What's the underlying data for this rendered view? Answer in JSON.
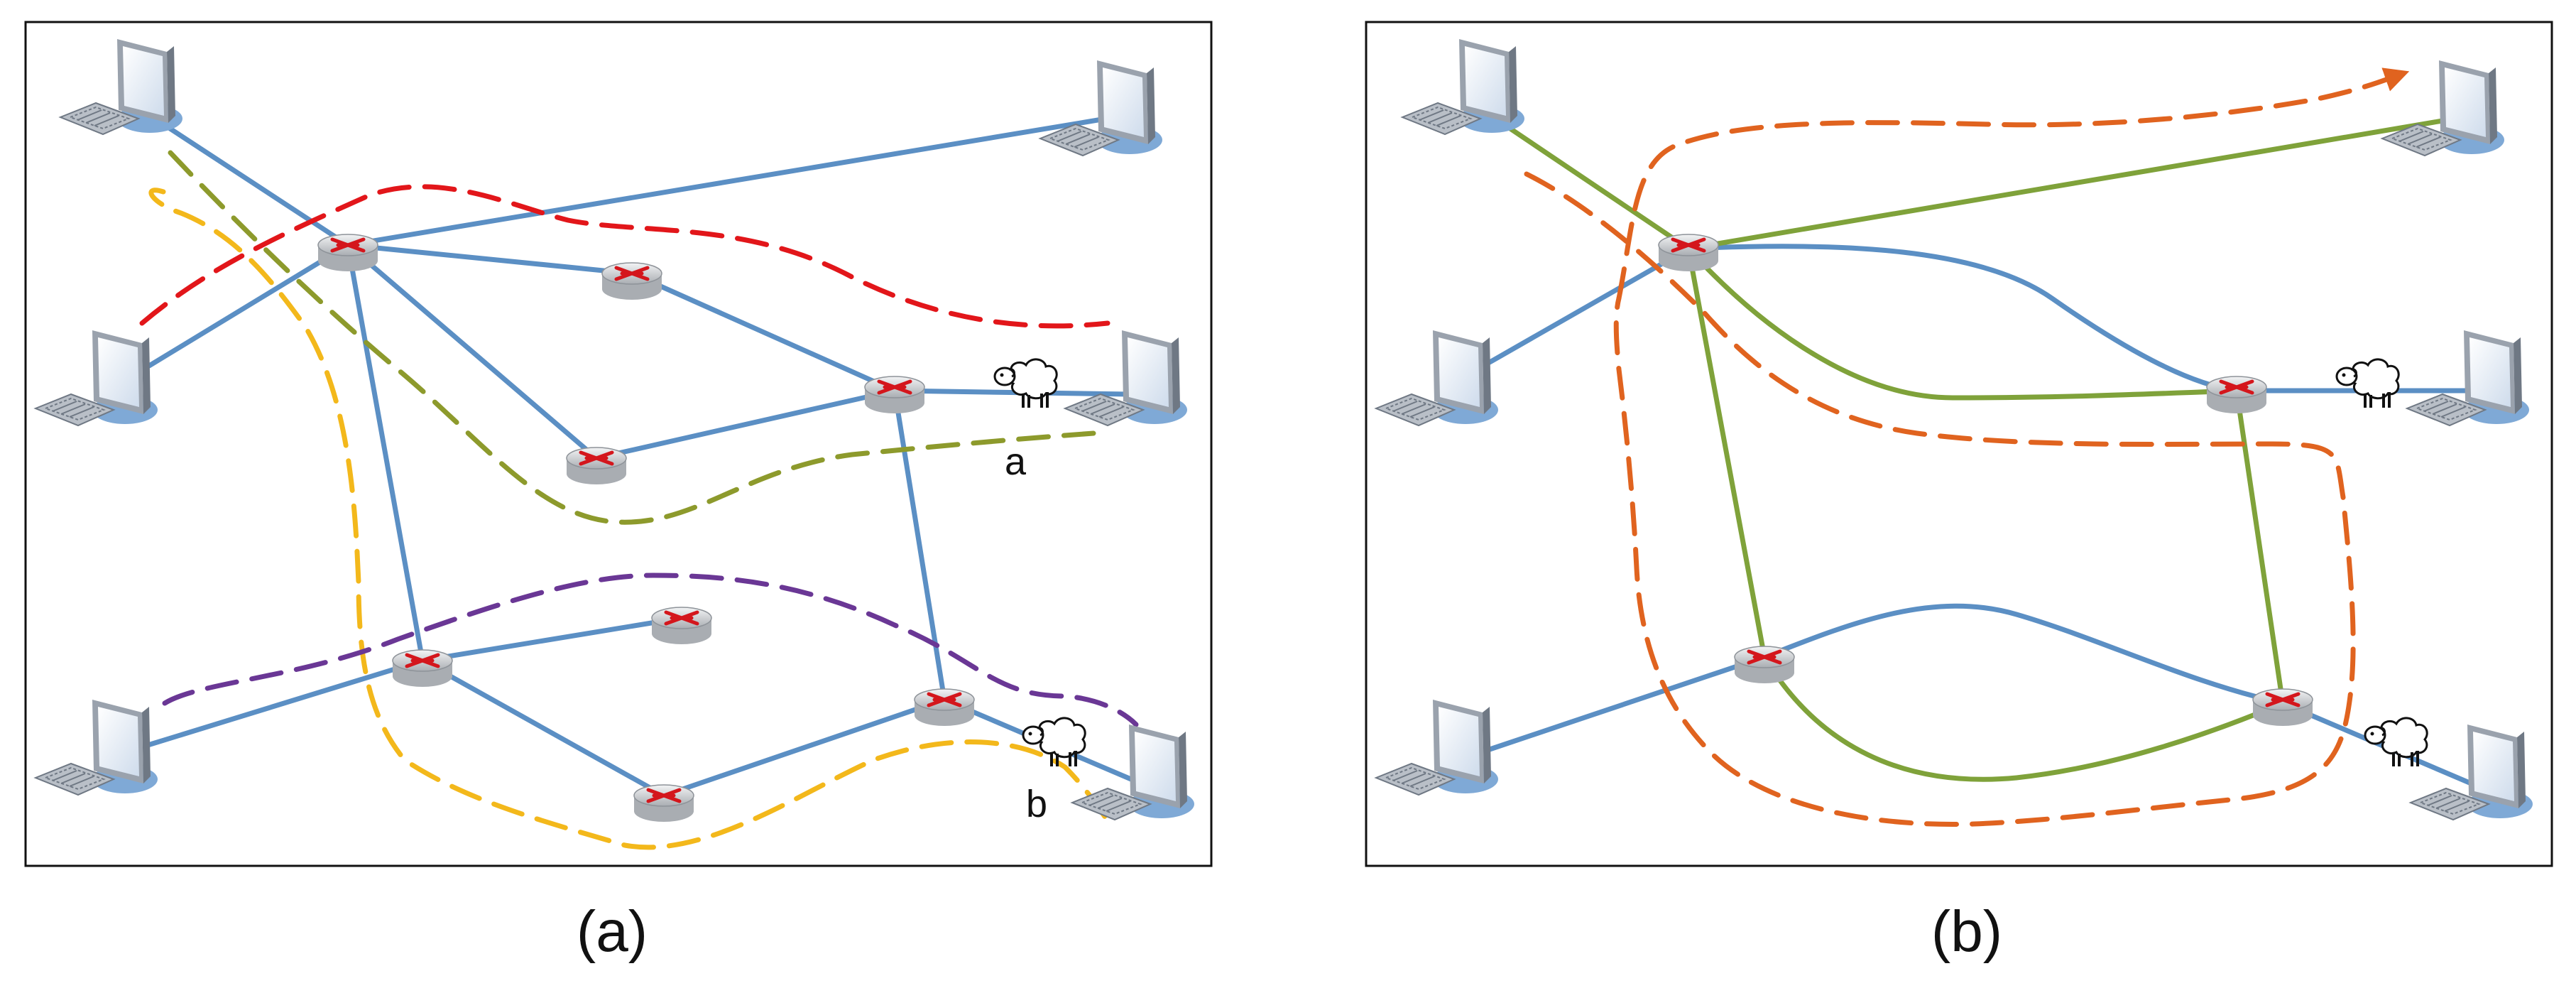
{
  "panels": [
    {
      "caption": "(a)",
      "labels": [
        "a",
        "b"
      ]
    },
    {
      "caption": "(b)",
      "labels": []
    }
  ],
  "colors": {
    "link_blue": "#5b8fc4",
    "link_green": "#7fa23a",
    "path_red": "#e2161a",
    "path_olive": "#8d9a2c",
    "path_yellow": "#f3b81b",
    "path_purple": "#6a3795",
    "path_orange": "#e0631f",
    "router_body": "#c9ccd0",
    "router_arrows": "#d4161c",
    "monitor_screen": "#e9f0f8",
    "monitor_frame": "#9aa2ad",
    "shadow_blue": "#7fa9d6"
  },
  "icons": [
    "router-icon",
    "computer-icon",
    "sheep-icon"
  ]
}
